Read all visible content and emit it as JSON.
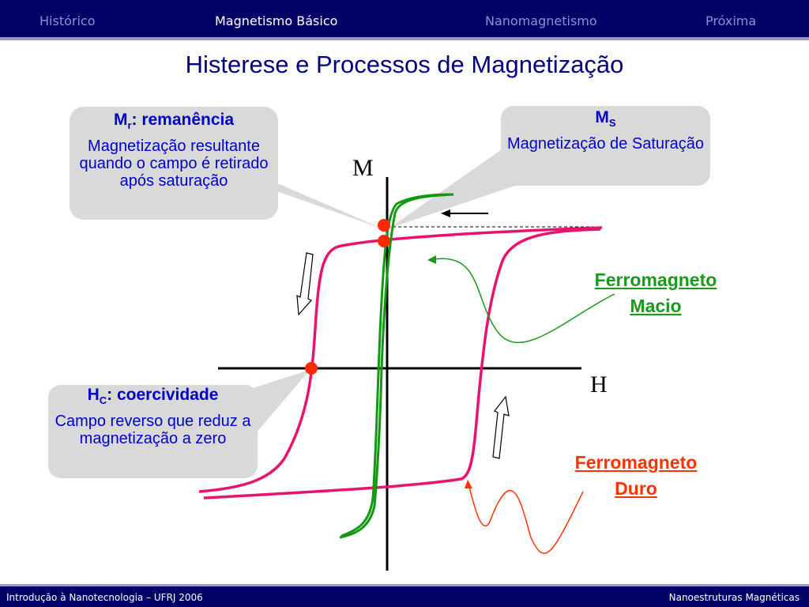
{
  "nav": {
    "items": [
      {
        "label": "Histórico",
        "active": false
      },
      {
        "label": "Magnetismo Básico",
        "active": true
      },
      {
        "label": "Nanomagnetismo",
        "active": false
      },
      {
        "label": "Próxima",
        "active": false
      }
    ]
  },
  "slide": {
    "title": "Histerese e Processos de Magnetização"
  },
  "callouts": {
    "remanence": {
      "symbol": "M",
      "subscript": "r",
      "head_rest": ": remanência",
      "body": "Magnetização resultante quando o campo é retirado após saturação"
    },
    "saturation": {
      "symbol": "M",
      "subscript": "S",
      "body": "Magnetização de Saturação"
    },
    "coercivity": {
      "symbol": "H",
      "subscript": "C",
      "head_rest": ": coercividade",
      "body": "Campo reverso que reduz a magnetização a zero"
    }
  },
  "axes": {
    "y_label": "M",
    "x_label": "H"
  },
  "materials": {
    "soft": {
      "line1": "Ferromagneto",
      "line2": "Macio",
      "color": "#1a9a1a"
    },
    "hard": {
      "line1": "Ferromagneto",
      "line2": "Duro",
      "color": "#ff3300"
    }
  },
  "colors": {
    "hard_loop": "#e8136f",
    "soft_loop": "#119911",
    "marker": "#ff2a00",
    "callout_bg": "#d9d9d9",
    "text_blue": "#0000cc",
    "bar": "#000066"
  },
  "footer": {
    "left": "Introdução à Nanotecnologia – UFRJ 2006",
    "right": "Nanoestruturas Magnéticas"
  }
}
